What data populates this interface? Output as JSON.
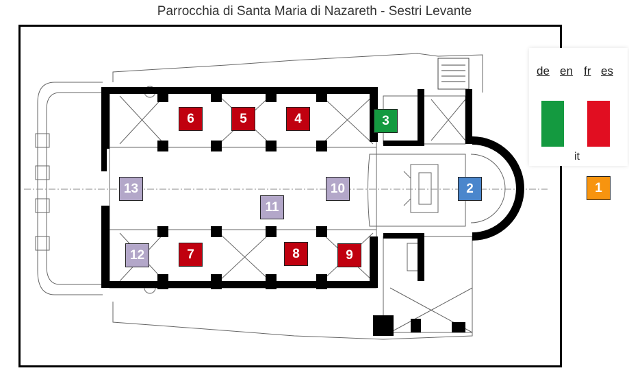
{
  "title": "Parrocchia di Santa Maria di Nazareth - Sestri Levante",
  "languages": {
    "links": [
      "de",
      "en",
      "fr",
      "es"
    ],
    "current": "it",
    "flag_colors": [
      "#149a40",
      "#ffffff",
      "#e10e21"
    ]
  },
  "colors": {
    "red": "#c0000f",
    "lilac": "#b3a7c9",
    "green": "#149a40",
    "blue": "#4a86cc",
    "orange": "#f7940f",
    "wall": "#000000",
    "plan_line": "#555555"
  },
  "markers": [
    {
      "label": "1",
      "color": "orange"
    },
    {
      "label": "2",
      "color": "blue"
    },
    {
      "label": "3",
      "color": "green"
    },
    {
      "label": "4",
      "color": "red"
    },
    {
      "label": "5",
      "color": "red"
    },
    {
      "label": "6",
      "color": "red"
    },
    {
      "label": "7",
      "color": "red"
    },
    {
      "label": "8",
      "color": "red"
    },
    {
      "label": "9",
      "color": "red"
    },
    {
      "label": "10",
      "color": "lilac"
    },
    {
      "label": "11",
      "color": "lilac"
    },
    {
      "label": "12",
      "color": "lilac"
    },
    {
      "label": "13",
      "color": "lilac"
    }
  ]
}
